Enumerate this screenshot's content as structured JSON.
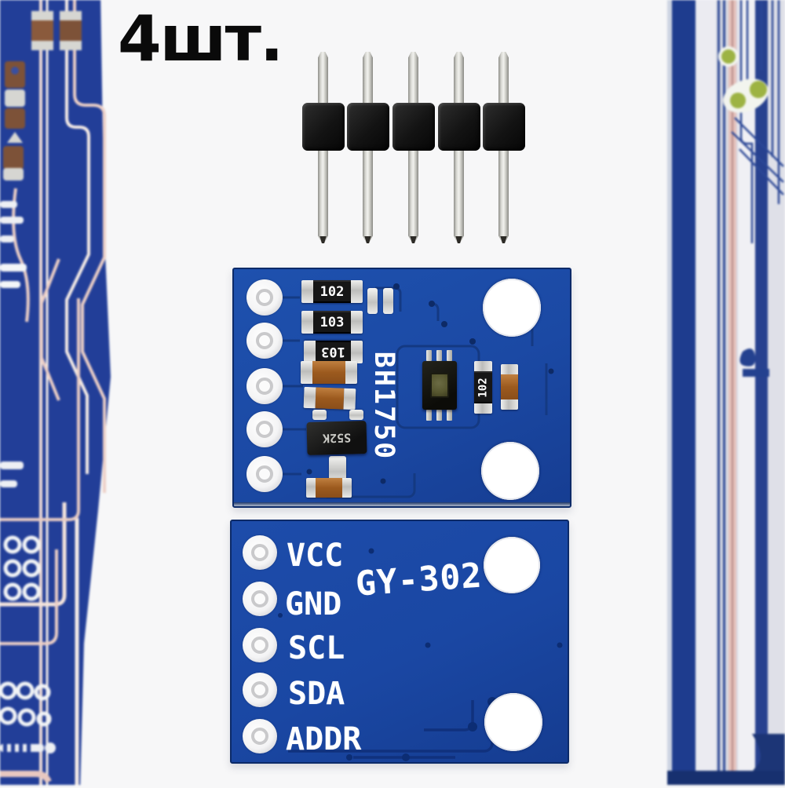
{
  "product": {
    "quantity_label": "4шт."
  },
  "pin_header": {
    "pin_count": 5
  },
  "module_front": {
    "chip_label": "BH1750",
    "resistors": [
      "102",
      "103",
      "103",
      "102"
    ],
    "transistor_label": "S52K"
  },
  "module_back": {
    "board_label": "GY-302",
    "pin_labels": [
      "VCC",
      "GND",
      "SCL",
      "SDA",
      "ADDR"
    ]
  },
  "colors": {
    "background": "#f7f7f8",
    "pcb_blue": "#1b49a4",
    "pcb_trace_dark": "#123279",
    "silkscreen_white": "#ffffff",
    "capacitor_orange": "#9c5a1e",
    "resistor_black": "#161616",
    "solder_silver": "#d9d9d4",
    "header_plastic_black": "#131313"
  }
}
